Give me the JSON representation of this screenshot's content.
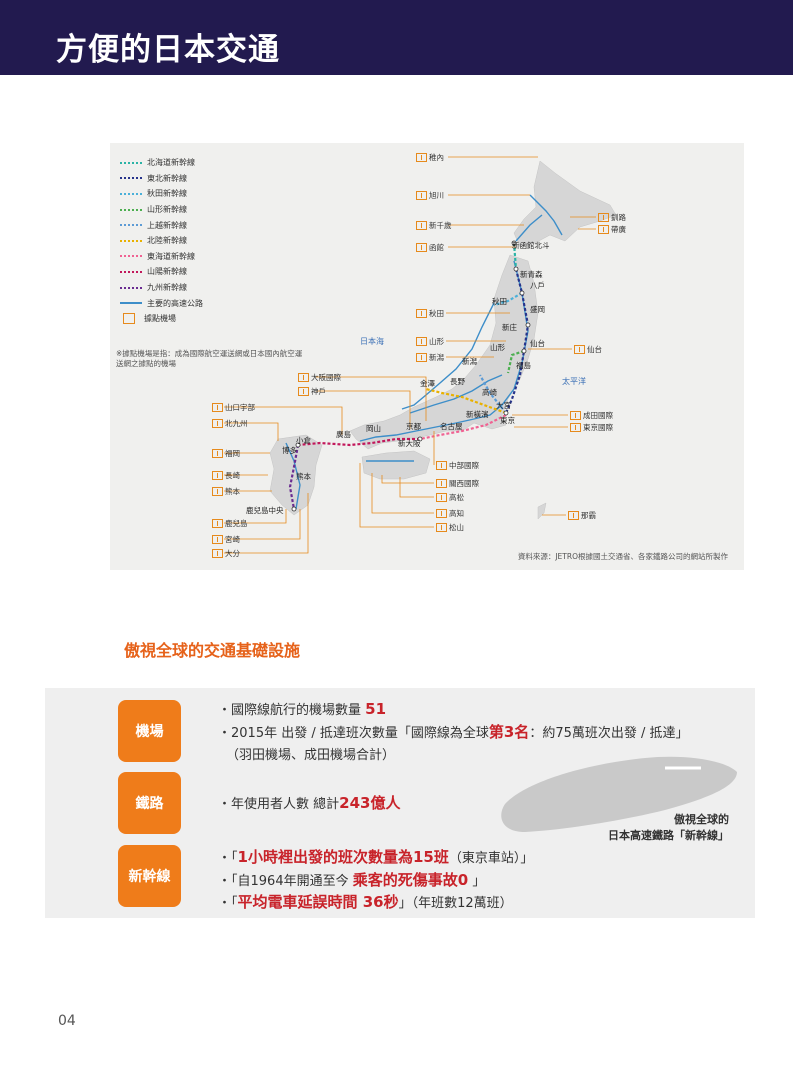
{
  "header": {
    "title": "方便的日本交通"
  },
  "map": {
    "legend": [
      {
        "label": "北海道新幹線",
        "color": "#2bb3a6",
        "style": "dotted"
      },
      {
        "label": "東北新幹線",
        "color": "#27348b",
        "style": "dotted"
      },
      {
        "label": "秋田新幹線",
        "color": "#4ab0d9",
        "style": "dotted"
      },
      {
        "label": "山形新幹線",
        "color": "#4caf50",
        "style": "dotted"
      },
      {
        "label": "上越新幹線",
        "color": "#5c9bd5",
        "style": "dotted"
      },
      {
        "label": "北陸新幹線",
        "color": "#e8b100",
        "style": "dotted"
      },
      {
        "label": "東海道新幹線",
        "color": "#f06292",
        "style": "dotted"
      },
      {
        "label": "山陽新幹線",
        "color": "#c2185b",
        "style": "dotted"
      },
      {
        "label": "九州新幹線",
        "color": "#6a2c91",
        "style": "dotted"
      },
      {
        "label": "主要的高速公路",
        "color": "#3d8ec9",
        "style": "solid"
      },
      {
        "label": "據點機場",
        "color": "#e68a1c",
        "style": "airport"
      }
    ],
    "note": "※據點機場是指：成為國際航空運送網或日本國內航空運送網之據點的機場",
    "source": "資料來源：JETRO根據國土交通省、各家鐵路公司的網站所製作",
    "seas": {
      "japan_sea": "日本海",
      "pacific": "太平洋"
    },
    "airports": {
      "wakkanai": "稚內",
      "asahikawa": "旭川",
      "shinchitose": "新千歲",
      "hakodate": "函館",
      "kushiro": "釧路",
      "obihiro": "帶廣",
      "akita": "秋田",
      "yamagata": "山形",
      "niigata": "新潟",
      "sendai": "仙台",
      "osaka_itami": "大阪國際",
      "kobe": "神戶",
      "yamaguchiube": "山口宇部",
      "kitakyushu": "北九州",
      "fukuoka": "福岡",
      "nagasaki": "長崎",
      "kumamoto": "熊本",
      "kagoshima": "鹿兒島",
      "miyazaki": "宮崎",
      "oita": "大分",
      "narita": "成田國際",
      "haneda": "東京國際",
      "chubu": "中部國際",
      "kansai": "關西國際",
      "takamatsu": "高松",
      "kochi": "高知",
      "matsuyama": "松山",
      "naha": "那霸"
    },
    "cities": {
      "shin_hakodate": "新函館北斗",
      "shin_aomori": "新青森",
      "hachinohe": "八戶",
      "akita": "秋田",
      "morioka": "盛岡",
      "shinjo": "新庄",
      "yamagata": "山形",
      "sendai": "仙台",
      "fukushima": "福島",
      "niigata": "新潟",
      "kanazawa": "金澤",
      "nagano": "長野",
      "takasaki": "高崎",
      "omiya": "大宮",
      "tokyo": "東京",
      "shin_yokohama": "新橫濱",
      "nagoya": "名古屋",
      "kyoto": "京都",
      "shin_osaka": "新大阪",
      "okayama": "岡山",
      "hiroshima": "廣島",
      "kokura": "小倉",
      "hakata": "博多",
      "kumamoto": "熊本",
      "kagoshima_chuo": "鹿兒島中央"
    }
  },
  "section": {
    "title": "傲視全球的交通基礎設施"
  },
  "infra": {
    "airport_badge": "機場",
    "airport_line1_text": "・國際線航行的機場數量",
    "airport_line1_value": "51",
    "airport_line2_text": "・2015年 出發 / 抵達班次數量「國際線為全球",
    "airport_line2_rank": "第3名",
    "airport_line2_rest": "：約75萬班次出發 / 抵達」",
    "airport_line3": "（羽田機場、成田機場合計）",
    "rail_badge": "鐵路",
    "rail_line_text": "・年使用者人數 總計",
    "rail_line_value": "243億人",
    "shinkansen_badge": "新幹線",
    "sk_line1_open": "・「",
    "sk_line1_red": "1小時裡出發的班次數量為15班",
    "sk_line1_rest": "（東京車站）」",
    "sk_line2_text": "・「自1964年開通至今",
    "sk_line2_red": "乘客的死傷事故0",
    "sk_line2_close": "」",
    "sk_line3_open": "・「",
    "sk_line3_red": "平均電車延誤時間 36秒",
    "sk_line3_rest": "」（年班數12萬班）",
    "train_caption_1": "傲視全球的",
    "train_caption_2": "日本高速鐵路「新幹線」"
  },
  "page": {
    "number": "04"
  }
}
